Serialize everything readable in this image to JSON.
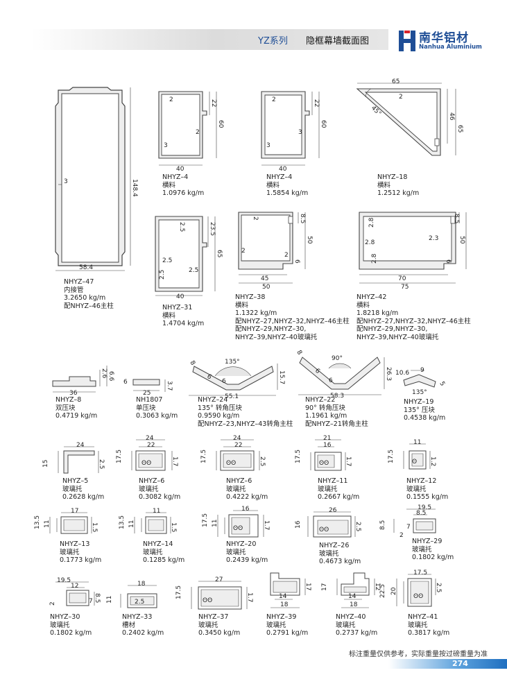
{
  "header": {
    "series": "YZ系列",
    "title": "隐框幕墙截面图",
    "brand_cn": "南华铝材",
    "brand_en": "Nanhua Aluminium",
    "brand_color": "#1f4e96"
  },
  "dims": {
    "nhyz47": {
      "w": "58.4",
      "h": "148.4",
      "t": "3"
    },
    "nhyz4a": {
      "w": "40",
      "h": "60",
      "a": "22",
      "t1": "2",
      "t2": "2",
      "t3": "3"
    },
    "nhyz4b": {
      "w": "40",
      "h": "60",
      "a": "22",
      "t1": "2",
      "t2": "3",
      "t3": "3"
    },
    "nhyz18": {
      "w": "65",
      "h": "65",
      "a": "46",
      "ang": "45°",
      "t": "2"
    },
    "nhyz31": {
      "w": "40",
      "h": "65",
      "a": "23.5",
      "t1": "2.5",
      "t2": "2.5",
      "t3": "2.5",
      "t4": "2.5"
    },
    "nhyz38": {
      "w1": "45",
      "w2": "50",
      "h": "50",
      "a": "8.5",
      "t1": "2",
      "t2": "2",
      "t3": "2",
      "t4": "6"
    },
    "nhyz42": {
      "w1": "70",
      "w2": "75",
      "h": "50",
      "a": "8.5",
      "t1": "2.8",
      "t2": "2.8",
      "t3": "2.8",
      "t4": "2.3",
      "t5": "6"
    },
    "nhyz8": {
      "w": "36",
      "h1": "2.6",
      "h2": "6.6"
    },
    "nh1807": {
      "w": "25",
      "h1": "6",
      "h2": "3.7"
    },
    "nhyz24": {
      "w": "55.1",
      "h": "15.7",
      "ang": "135°",
      "a": "6",
      "b": "6",
      "c": "8"
    },
    "nhyz22": {
      "w": "58.3",
      "h": "26.3",
      "ang": "90°",
      "a": "6",
      "b": "6",
      "c": "8"
    },
    "nhyz19": {
      "a": "10.6",
      "b": "9",
      "c": "5",
      "ang": "135°"
    },
    "nhyz5": {
      "w": "24",
      "h": "15",
      "t": "2.5"
    },
    "nhyz6a": {
      "w1": "24",
      "w2": "22",
      "h": "17.5",
      "t": "1.7"
    },
    "nhyz6b": {
      "w1": "24",
      "w2": "22",
      "h": "17.5",
      "t": "2.5"
    },
    "nhyz11": {
      "w1": "21",
      "w2": "16",
      "h": "17.5",
      "t": "1.7"
    },
    "nhyz12": {
      "w": "11",
      "h": "17.5",
      "t": "1.2"
    },
    "nhyz13": {
      "w": "17",
      "h": "13.5",
      "h2": "11",
      "t": "1.5"
    },
    "nhyz14": {
      "w": "11",
      "h": "13.5",
      "h2": "11",
      "t": "1.5"
    },
    "nhyz20": {
      "w": "16",
      "h": "17.5",
      "h2": "11",
      "t": "1.7"
    },
    "nhyz26": {
      "w": "26",
      "h": "16",
      "t": "2.5"
    },
    "nhyz29": {
      "w1": "19.5",
      "w2": "8.5",
      "h": "8.5",
      "a": "7",
      "b": "2"
    },
    "nhyz30": {
      "w1": "19.5",
      "w2": "12",
      "h": "8.5",
      "a": "7",
      "b": "2"
    },
    "nhyz33": {
      "w1": "18",
      "w2": "2.5",
      "h": "11"
    },
    "nhyz37": {
      "w": "27",
      "h": "17.5",
      "t": "1.7"
    },
    "nhyz39": {
      "w1": "14",
      "w2": "18",
      "h": "17"
    },
    "nhyz40": {
      "w1": "14",
      "w2": "18",
      "h": "17",
      "a": "12"
    },
    "nhyz41": {
      "w": "17.5",
      "h1": "22.5",
      "h2": "20",
      "t": "2.5"
    }
  },
  "items": {
    "nhyz47": {
      "code": "NHYZ–47",
      "name": "内接管",
      "weight": "3.2650 kg/m",
      "note": "配NHYZ–46主柱"
    },
    "nhyz4a": {
      "code": "NHYZ–4",
      "name": "横料",
      "weight": "1.0976 kg/m"
    },
    "nhyz4b": {
      "code": "NHYZ–4",
      "name": "横料",
      "weight": "1.5854 kg/m"
    },
    "nhyz18": {
      "code": "NHYZ–18",
      "name": "横料",
      "weight": "1.2512 kg/m"
    },
    "nhyz31": {
      "code": "NHYZ–31",
      "name": "横料",
      "weight": "1.4704 kg/m"
    },
    "nhyz38": {
      "code": "NHYZ–38",
      "name": "横料",
      "weight": "1.1322 kg/m",
      "note1": "配NHYZ–27,NHYZ–32,NHYZ–46主柱",
      "note2": "配NHYZ–29,NHYZ–30,",
      "note3": "NHYZ–39,NHYZ–40玻璃托"
    },
    "nhyz42": {
      "code": "NHYZ–42",
      "name": "横料",
      "weight": "1.8218 kg/m",
      "note1": "配NHYZ–27,NHYZ–32,NHYZ–46主柱",
      "note2": "配NHYZ–29,NHYZ–30,",
      "note3": "NHYZ–39,NHYZ–40玻璃托"
    },
    "nhyz8": {
      "code": "NHYZ–8",
      "name": "双压块",
      "weight": "0.4719 kg/m"
    },
    "nh1807": {
      "code": "NH1807",
      "name": "单压块",
      "weight": "0.3063 kg/m"
    },
    "nhyz24": {
      "code": "NHYZ–24",
      "name": "135° 转角压块",
      "weight": "0.9590 kg/m",
      "note": "配NHYZ–23,NHYZ–43转角主柱"
    },
    "nhyz22": {
      "code": "NHYZ–22",
      "name": "90° 转角压块",
      "weight": "1.1961 kg/m",
      "note": "配NHYZ–21转角主柱"
    },
    "nhyz19": {
      "code": "NHYZ–19",
      "name": "135° 压块",
      "weight": "0.4538 kg/m"
    },
    "nhyz5": {
      "code": "NHYZ–5",
      "name": "玻璃托",
      "weight": "0.2628 kg/m"
    },
    "nhyz6a": {
      "code": "NHYZ–6",
      "name": "玻璃托",
      "weight": "0.3082 kg/m"
    },
    "nhyz6b": {
      "code": "NHYZ–6",
      "name": "玻璃托",
      "weight": "0.4222 kg/m"
    },
    "nhyz11": {
      "code": "NHYZ–11",
      "name": "玻璃托",
      "weight": "0.2667 kg/m"
    },
    "nhyz12": {
      "code": "NHYZ–12",
      "name": "玻璃托",
      "weight": "0.1555 kg/m"
    },
    "nhyz13": {
      "code": "NHYZ–13",
      "name": "玻璃托",
      "weight": "0.1773 kg/m"
    },
    "nhyz14": {
      "code": "NHYZ–14",
      "name": "玻璃托",
      "weight": "0.1285 kg/m"
    },
    "nhyz20": {
      "code": "NHYZ–20",
      "name": "玻璃托",
      "weight": "0.2439 kg/m"
    },
    "nhyz26": {
      "code": "NHYZ–26",
      "name": "玻璃托",
      "weight": "0.4673 kg/m"
    },
    "nhyz29": {
      "code": "NHYZ–29",
      "name": "玻璃托",
      "weight": "0.1802 kg/m"
    },
    "nhyz30": {
      "code": "NHYZ–30",
      "name": "玻璃托",
      "weight": "0.1802 kg/m"
    },
    "nhyz33": {
      "code": "NHYZ–33",
      "name": "槽材",
      "weight": "0.2402 kg/m"
    },
    "nhyz37": {
      "code": "NHYZ–37",
      "name": "玻璃托",
      "weight": "0.3450 kg/m"
    },
    "nhyz39": {
      "code": "NHYZ–39",
      "name": "玻璃托",
      "weight": "0.2791 kg/m"
    },
    "nhyz40": {
      "code": "NHYZ–40",
      "name": "玻璃托",
      "weight": "0.2737 kg/m"
    },
    "nhyz41": {
      "code": "NHYZ–41",
      "name": "玻璃托",
      "weight": "0.3817 kg/m"
    }
  },
  "footer": {
    "note": "标注重量仅供参考，实际重量按过磅重量为准",
    "page": "274"
  }
}
